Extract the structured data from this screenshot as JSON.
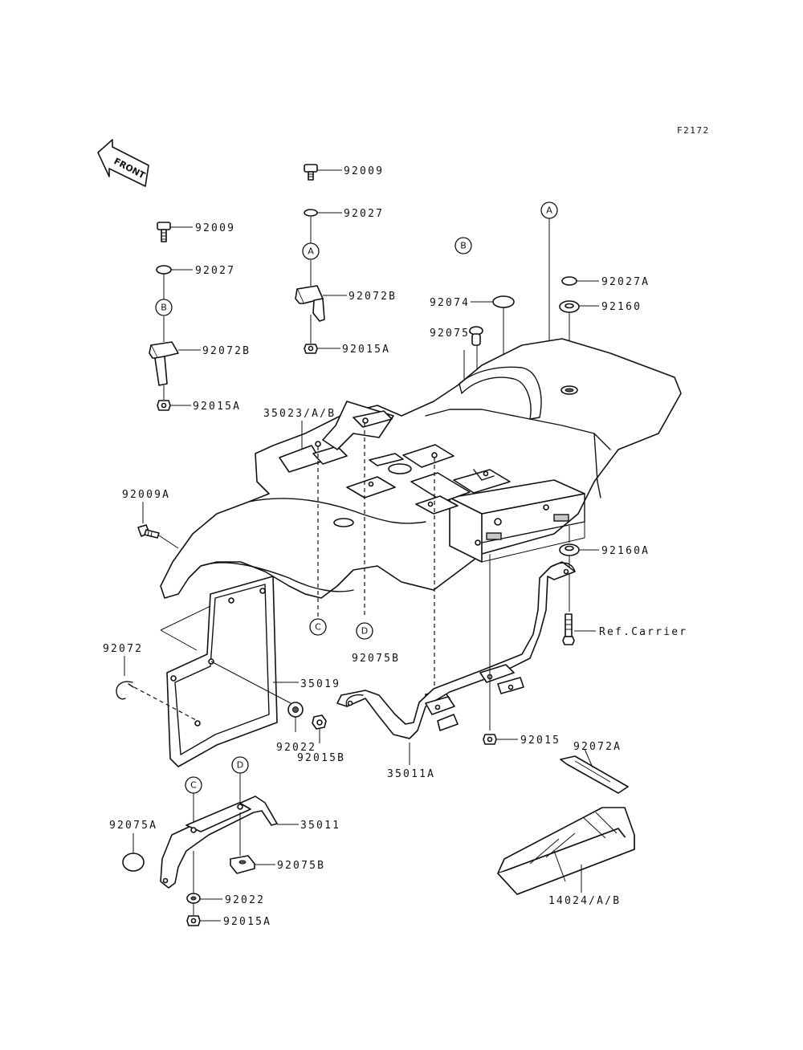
{
  "diagram_code": "F2172",
  "front_label": "FRONT",
  "circle_markers": {
    "a": "A",
    "b": "B",
    "c": "C",
    "d": "D"
  },
  "labels": {
    "p92009_top": "92009",
    "p92027_top": "92027",
    "p92072b_top": "92072B",
    "p92015a_top": "92015A",
    "p92009_left": "92009",
    "p92027_left": "92027",
    "p92072b_left": "92072B",
    "p92015a_left": "92015A",
    "p92074": "92074",
    "p92075": "92075",
    "p92027a": "92027A",
    "p92160": "92160",
    "p35023": "35023/A/B",
    "p92009a": "92009A",
    "p92160a": "92160A",
    "ref_carrier": "Ref.Carrier",
    "p92072": "92072",
    "p35019": "35019",
    "p92022_mid": "92022",
    "p92015b": "92015B",
    "p92075b_mid": "92075B",
    "p92015": "92015",
    "p35011a": "35011A",
    "p92072a": "92072A",
    "p35011": "35011",
    "p92075a": "92075A",
    "p92075b_low": "92075B",
    "p92022_low": "92022",
    "p92015a_low": "92015A",
    "p14024": "14024/A/B"
  },
  "colors": {
    "line": "#111111",
    "background": "#ffffff",
    "fill_gray": "#c8c8c8"
  }
}
